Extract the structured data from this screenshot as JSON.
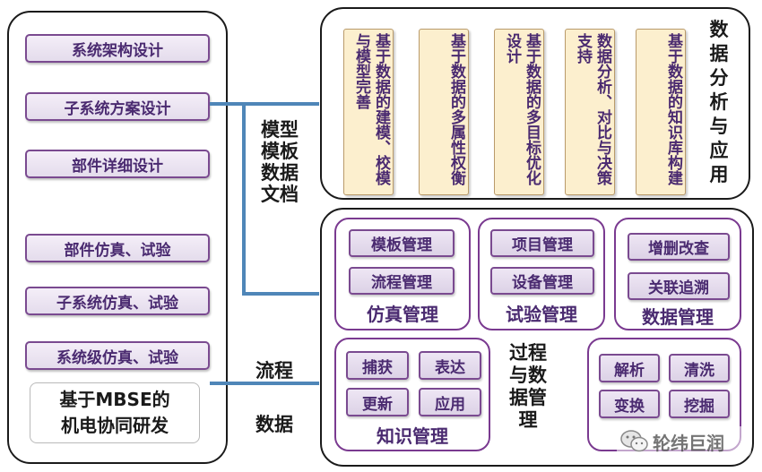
{
  "left_panel": {
    "buttons": [
      "系统架构设计",
      "子系统方案设计",
      "部件详细设计",
      "部件仿真、试验",
      "子系统仿真、试验",
      "系统级仿真、试验"
    ],
    "bottom_line1": "基于MBSE的",
    "bottom_line2": "机电协同研发"
  },
  "connectors": {
    "model_template_data_doc": [
      "模型",
      "模板",
      "数据",
      "文档"
    ],
    "process": "流程",
    "data": "数据"
  },
  "analysis_panel": {
    "columns": [
      "基于数据的建模、校模与模型完善",
      "基于数据的多属性权衡",
      "基于数据的多目标优化设计",
      "数据分析、对比与决策支持",
      "基于数据的知识库构建"
    ],
    "title": [
      "数",
      "据",
      "分",
      "析",
      "与",
      "应",
      "用"
    ]
  },
  "management_panel": {
    "simulation": {
      "items": [
        "模板管理",
        "流程管理"
      ],
      "title": "仿真管理"
    },
    "test": {
      "items": [
        "项目管理",
        "设备管理"
      ],
      "title": "试验管理"
    },
    "data": {
      "items": [
        "增删改查",
        "关联追溯"
      ],
      "title": "数据管理"
    },
    "knowledge": {
      "items": [
        "捕获",
        "表达",
        "更新",
        "应用"
      ],
      "title": "知识管理"
    },
    "center_label": [
      "过程",
      "与数",
      "据管",
      "理"
    ],
    "mining": {
      "items": [
        "解析",
        "清洗",
        "变换",
        "挖掘"
      ]
    }
  },
  "watermark": "轮纬巨润"
}
